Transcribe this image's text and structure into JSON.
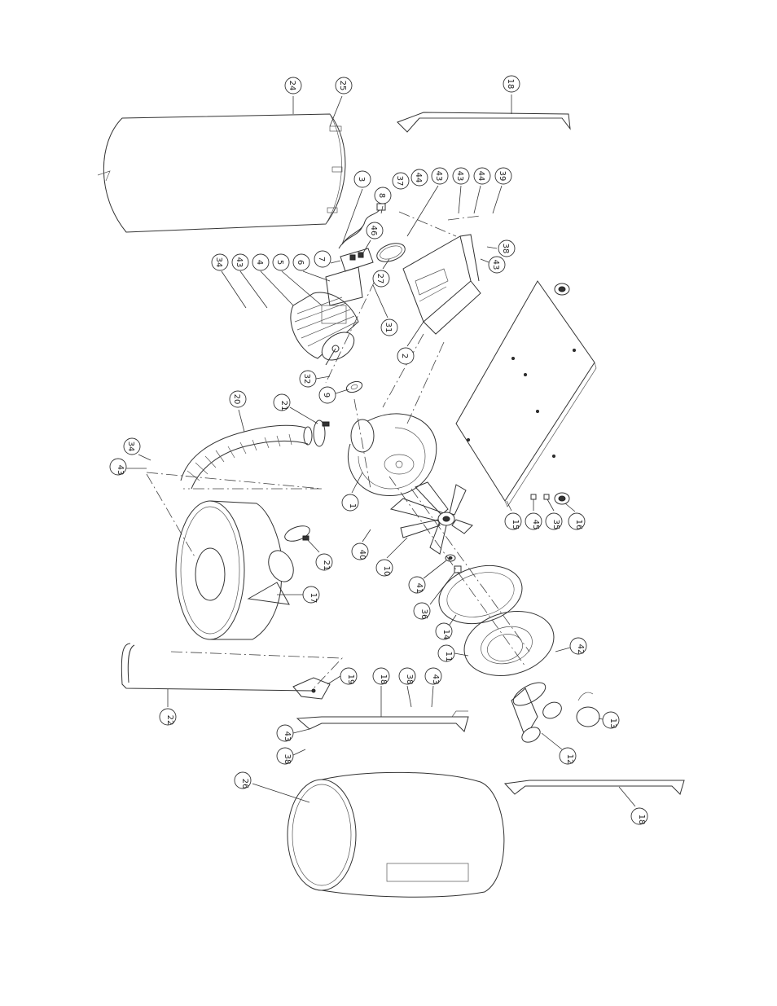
{
  "callouts": [
    {
      "label": "24",
      "ref": "bag-upper"
    },
    {
      "label": "25",
      "ref": "bag-clamp-upper"
    },
    {
      "label": "18",
      "ref": "support-bar-top"
    },
    {
      "label": "3",
      "ref": "cord-clip"
    },
    {
      "label": "8",
      "ref": "power-cord"
    },
    {
      "label": "37",
      "ref": "screw-37"
    },
    {
      "label": "44",
      "ref": "washer-44a"
    },
    {
      "label": "43",
      "ref": "nut-43a"
    },
    {
      "label": "43",
      "ref": "nut-43b"
    },
    {
      "label": "44",
      "ref": "washer-44b"
    },
    {
      "label": "39",
      "ref": "bolt-39"
    },
    {
      "label": "34",
      "ref": "bolt-34a"
    },
    {
      "label": "43",
      "ref": "nut-43c"
    },
    {
      "label": "4",
      "ref": "motor"
    },
    {
      "label": "5",
      "ref": "switch-box"
    },
    {
      "label": "6",
      "ref": "switch-plate"
    },
    {
      "label": "7",
      "ref": "switch"
    },
    {
      "label": "46",
      "ref": "screw-46"
    },
    {
      "label": "27",
      "ref": "gasket-27"
    },
    {
      "label": "38",
      "ref": "bolt-38a"
    },
    {
      "label": "43",
      "ref": "nut-43d"
    },
    {
      "label": "31",
      "ref": "screw-31"
    },
    {
      "label": "2",
      "ref": "motor-bracket"
    },
    {
      "label": "32",
      "ref": "key-32"
    },
    {
      "label": "9",
      "ref": "collar-9"
    },
    {
      "label": "20",
      "ref": "hose"
    },
    {
      "label": "21",
      "ref": "hose-clamp-a"
    },
    {
      "label": "34",
      "ref": "bolt-34b"
    },
    {
      "label": "43",
      "ref": "nut-43e"
    },
    {
      "label": "1",
      "ref": "blower-housing"
    },
    {
      "label": "40",
      "ref": "screw-40"
    },
    {
      "label": "10",
      "ref": "impeller"
    },
    {
      "label": "41",
      "ref": "washer-41"
    },
    {
      "label": "36",
      "ref": "bolt-36"
    },
    {
      "label": "15",
      "ref": "base-plate"
    },
    {
      "label": "45",
      "ref": "washer-45"
    },
    {
      "label": "35",
      "ref": "nut-35"
    },
    {
      "label": "16",
      "ref": "caster"
    },
    {
      "label": "21",
      "ref": "hose-clamp-b"
    },
    {
      "label": "17",
      "ref": "separator-drum"
    },
    {
      "label": "14",
      "ref": "gasket-14"
    },
    {
      "label": "11",
      "ref": "inlet-plate"
    },
    {
      "label": "42",
      "ref": "screw-42"
    },
    {
      "label": "22",
      "ref": "support-rod"
    },
    {
      "label": "19",
      "ref": "hook-bracket"
    },
    {
      "label": "18",
      "ref": "support-bar-middle"
    },
    {
      "label": "38",
      "ref": "bolt-38b"
    },
    {
      "label": "43",
      "ref": "nut-43f"
    },
    {
      "label": "13",
      "ref": "inlet-cap"
    },
    {
      "label": "12",
      "ref": "inlet-adapter"
    },
    {
      "label": "43",
      "ref": "nut-43g"
    },
    {
      "label": "38",
      "ref": "bolt-38c"
    },
    {
      "label": "26",
      "ref": "bag-lower"
    },
    {
      "label": "18",
      "ref": "support-bar-bottom"
    }
  ]
}
